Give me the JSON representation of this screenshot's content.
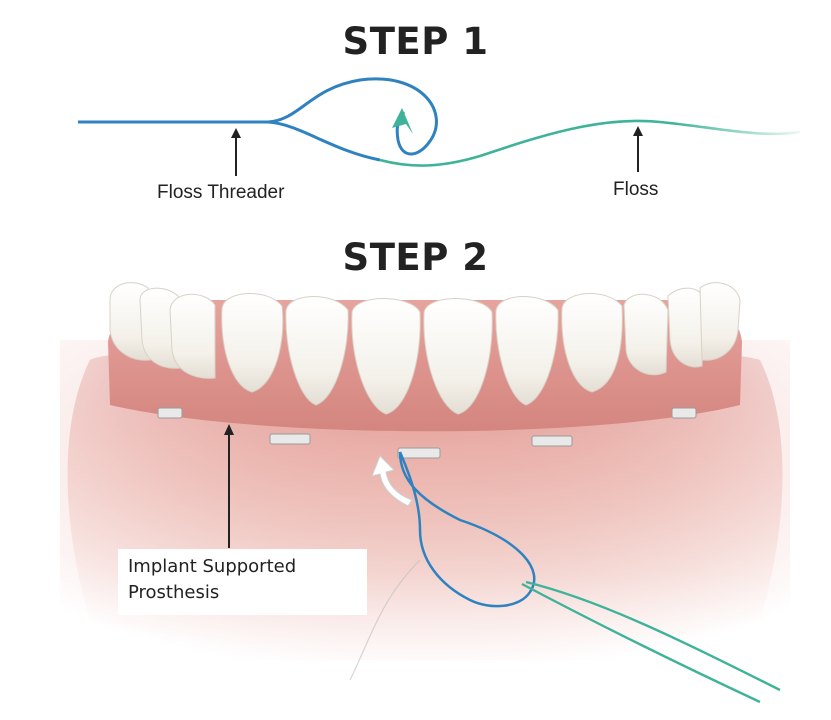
{
  "step1": {
    "title": "STEP 1",
    "threader_label": "Floss Threader",
    "floss_label": "Floss"
  },
  "step2": {
    "title": "STEP 2",
    "prosthesis_label_line1": "Implant Supported",
    "prosthesis_label_line2": "Prosthesis"
  },
  "colors": {
    "threader": "#2f82c0",
    "floss": "#3fb39a",
    "gum": "#e9a8a2",
    "tooth": "#f8f6f0",
    "text": "#222222"
  }
}
